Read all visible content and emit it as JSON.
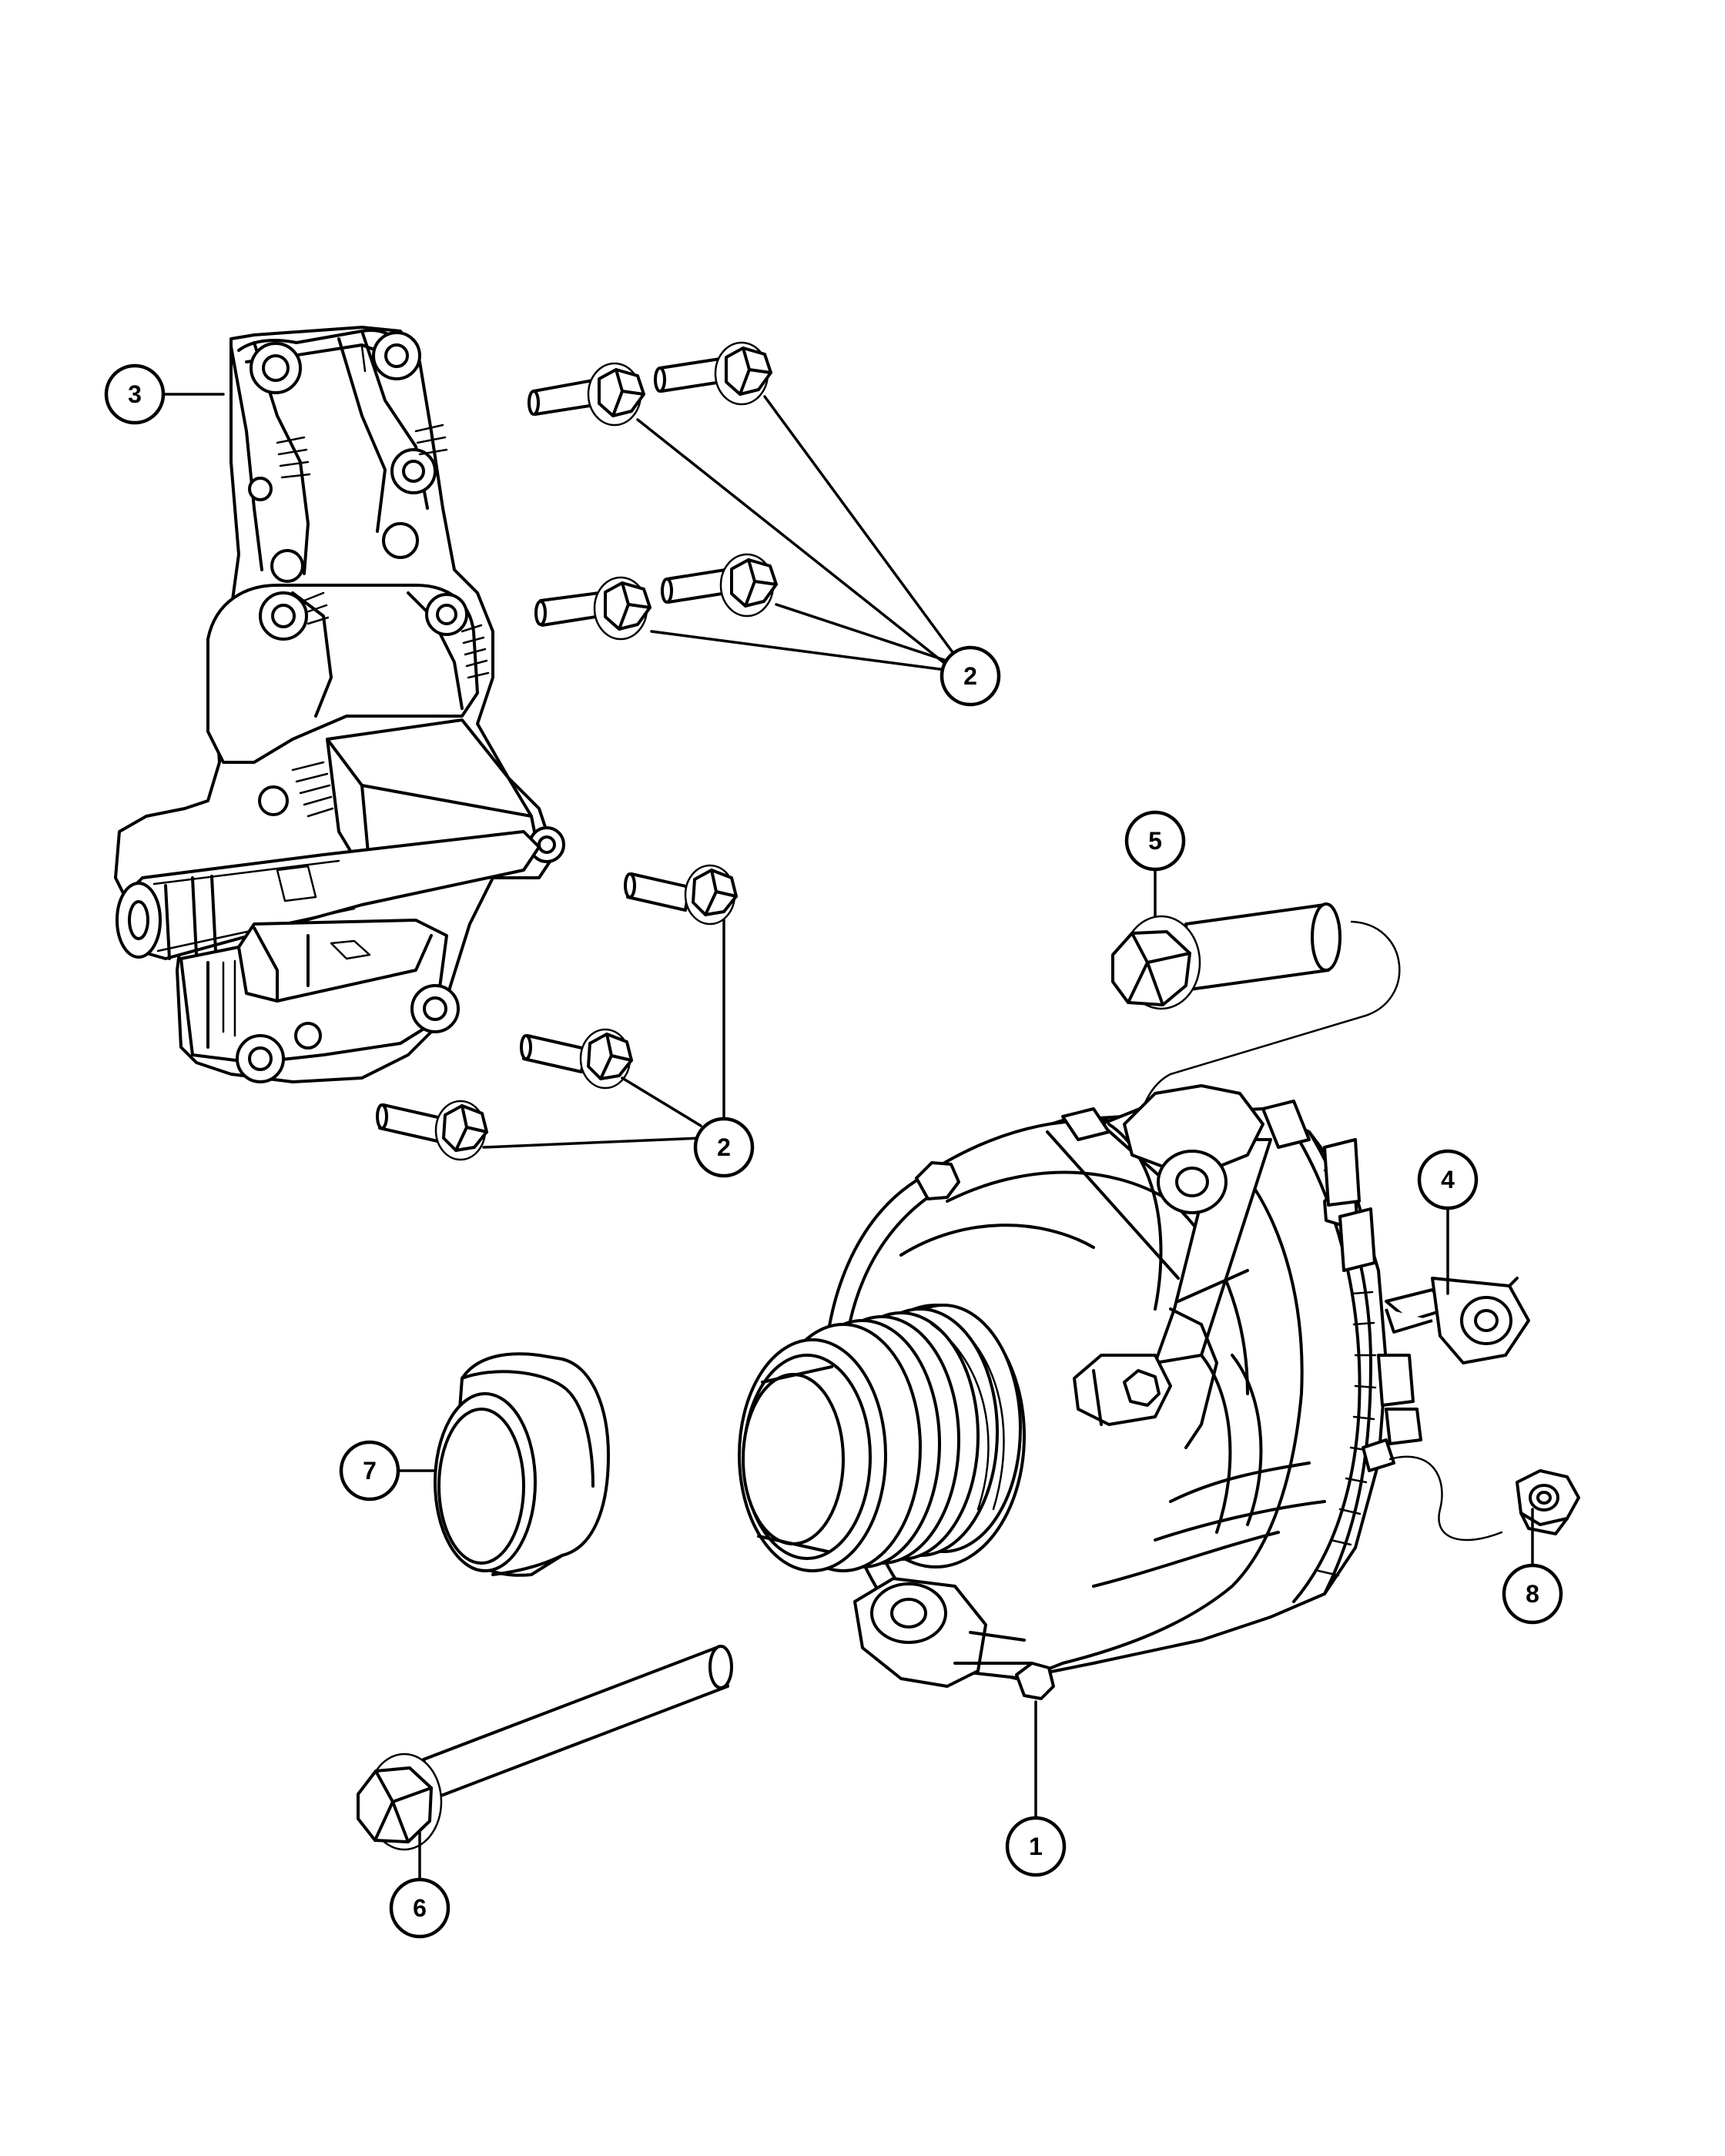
{
  "callouts": {
    "c1": "1",
    "c2a": "2",
    "c2b": "2",
    "c3": "3",
    "c4": "4",
    "c5": "5",
    "c6": "6",
    "c7": "7",
    "c8": "8"
  }
}
